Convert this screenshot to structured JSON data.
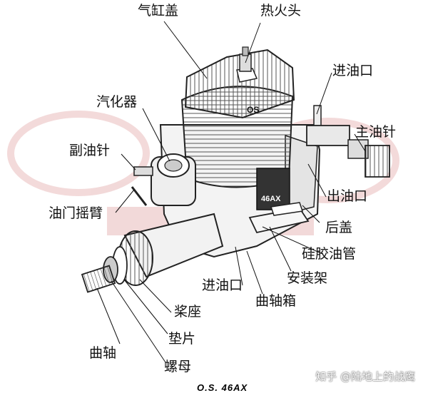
{
  "diagram": {
    "labels": {
      "cylinder_head": "气缸盖",
      "glow_plug": "热火头",
      "fuel_inlet_top": "进油口",
      "carburetor": "汽化器",
      "main_needle": "主油针",
      "idle_needle": "副油针",
      "fuel_outlet": "出油口",
      "throttle_arm": "油门摇臂",
      "back_cover": "后盖",
      "silicone_tube": "硅胶油管",
      "mounting_bracket": "安装架",
      "fuel_inlet_bottom": "进油口",
      "crankcase": "曲轴箱",
      "prop_hub": "桨座",
      "washer": "垫片",
      "crankshaft": "曲轴",
      "nut": "螺母"
    },
    "model_name": "O.S. 46AX",
    "watermark": "知乎 @陆地上的战鹰",
    "engine_marks": {
      "head_logo": "OS",
      "case_model": "46AX"
    }
  }
}
